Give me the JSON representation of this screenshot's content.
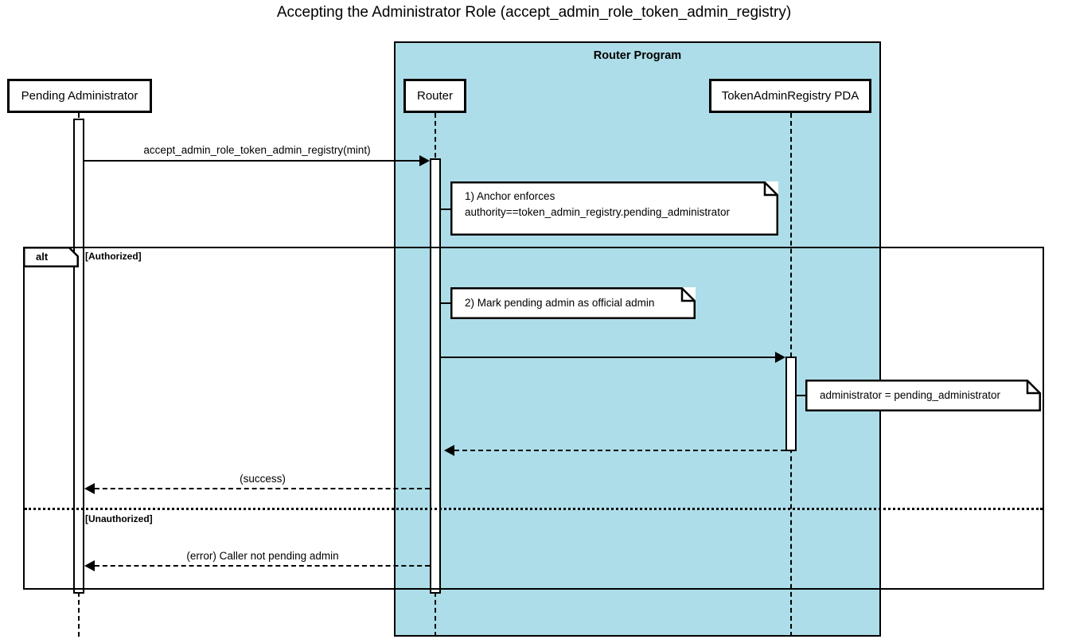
{
  "diagram": {
    "type": "uml-sequence-diagram",
    "title": "Accepting the Administrator Role (accept_admin_role_token_admin_registry)",
    "colors": {
      "group_fill": "#addde8",
      "stroke": "#000000",
      "background": "#ffffff"
    }
  },
  "groups": [
    {
      "name": "router-program-group",
      "label": "Router Program"
    }
  ],
  "participants": [
    {
      "name": "pending-administrator",
      "label": "Pending Administrator"
    },
    {
      "name": "router",
      "label": "Router"
    },
    {
      "name": "token-admin-registry-pda",
      "label": "TokenAdminRegistry PDA"
    }
  ],
  "messages": [
    {
      "name": "accept-admin-role-call",
      "label": "accept_admin_role_token_admin_registry(mint)",
      "from": "pending-administrator",
      "to": "router",
      "style": "solid"
    },
    {
      "name": "mark-admin-call",
      "label": "",
      "from": "router",
      "to": "token-admin-registry-pda",
      "style": "solid"
    },
    {
      "name": "pda-return",
      "label": "",
      "from": "token-admin-registry-pda",
      "to": "router",
      "style": "dashed"
    },
    {
      "name": "success-return",
      "label": "(success)",
      "from": "router",
      "to": "pending-administrator",
      "style": "dashed"
    },
    {
      "name": "error-return",
      "label": "(error) Caller not pending admin",
      "from": "router",
      "to": "pending-administrator",
      "style": "dashed"
    }
  ],
  "notes": [
    {
      "name": "note-anchor-enforces",
      "line1": "1) Anchor enforces",
      "line2": "authority==token_admin_registry.pending_administrator"
    },
    {
      "name": "note-mark-pending-admin",
      "line1": "2) Mark pending admin as official admin"
    },
    {
      "name": "note-administrator-assignment",
      "line1": "administrator = pending_administrator"
    }
  ],
  "fragments": [
    {
      "name": "alt-fragment",
      "operator": "alt",
      "guards": [
        {
          "name": "guard-authorized",
          "label": "[Authorized]"
        },
        {
          "name": "guard-unauthorized",
          "label": "[Unauthorized]"
        }
      ]
    }
  ]
}
